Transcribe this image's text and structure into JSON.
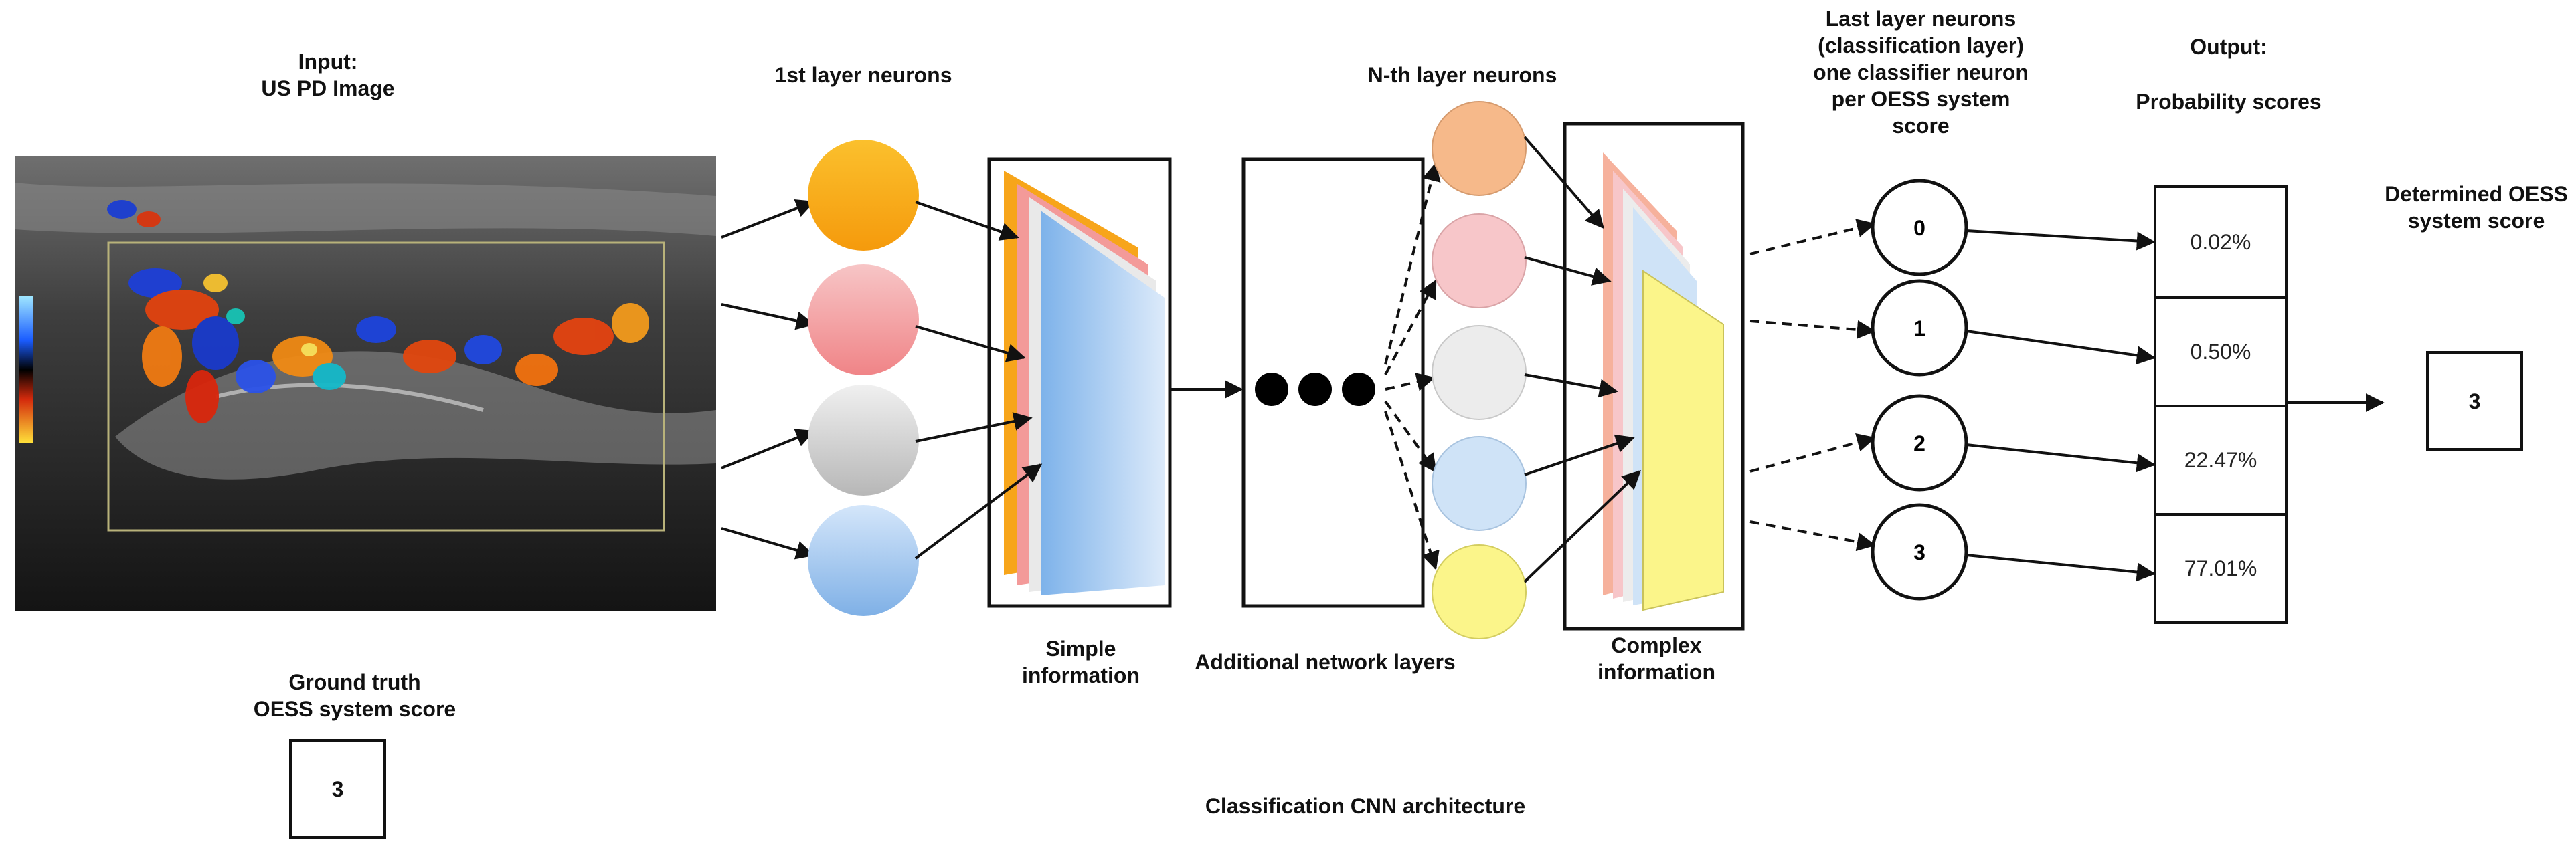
{
  "input": {
    "title_line1": "Input:",
    "title_line2": "US PD Image"
  },
  "ground_truth": {
    "line1": "Ground truth",
    "line2": "OESS system score",
    "value": "3"
  },
  "layers": {
    "first": "1st layer neurons",
    "nth": "N-th layer neurons",
    "last_line1": "Last layer neurons",
    "last_line2": "(classification layer)",
    "last_line3": "one classifier neuron",
    "last_line4": "per OESS system",
    "last_line5": "score"
  },
  "labels": {
    "simple_line1": "Simple",
    "simple_line2": "information",
    "additional": "Additional network layers",
    "complex_line1": "Complex",
    "complex_line2": "information",
    "caption": "Classification CNN architecture"
  },
  "output": {
    "title_line1": "Output:",
    "title_line2": "Probability scores",
    "classes": [
      "0",
      "1",
      "2",
      "3"
    ],
    "probabilities": [
      "0.02%",
      "0.50%",
      "22.47%",
      "77.01%"
    ]
  },
  "determined": {
    "line1": "Determined OESS",
    "line2": "system score",
    "value": "3"
  },
  "colors": {
    "neuron_orange": "#f7a21b",
    "neuron_pink": "#f5a0a3",
    "neuron_gray": "#d4d4d4",
    "neuron_blue": "#a9cbef",
    "neuron_peach": "#f6b98a",
    "neuron_yellow": "#fbf58a"
  }
}
